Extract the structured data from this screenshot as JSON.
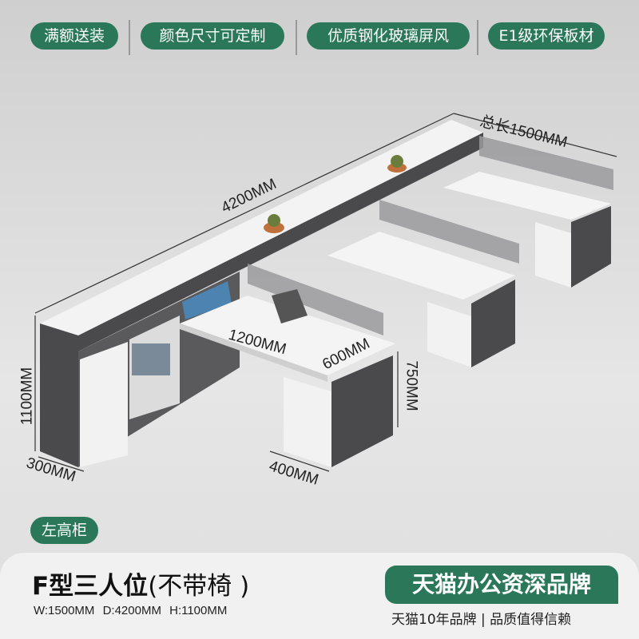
{
  "badges": [
    "满额送装",
    "颜色尺寸可定制",
    "优质钢化玻璃屏风",
    "E1级环保板材"
  ],
  "dimensions": {
    "total_length": "总长1500MM",
    "length": "4200MM",
    "desk_width": "1200MM",
    "desk_depth": "600MM",
    "desk_height": "750MM",
    "cabinet_height": "1100MM",
    "cabinet_depth": "300MM",
    "pedestal_depth": "400MM"
  },
  "tag": "左高柜",
  "product": {
    "title_bold": "F型三人位",
    "title_note": "(不带椅 )",
    "spec": "W:1500MM  D:4200MM  H:1100MM"
  },
  "brand": {
    "label": "天猫办公资深品牌",
    "slogan": "天猫10年品牌 | 品质值得信赖"
  },
  "colors": {
    "accent": "#2a7859",
    "cabinet": "#4a4a4c",
    "desk": "#f4f4f4"
  }
}
